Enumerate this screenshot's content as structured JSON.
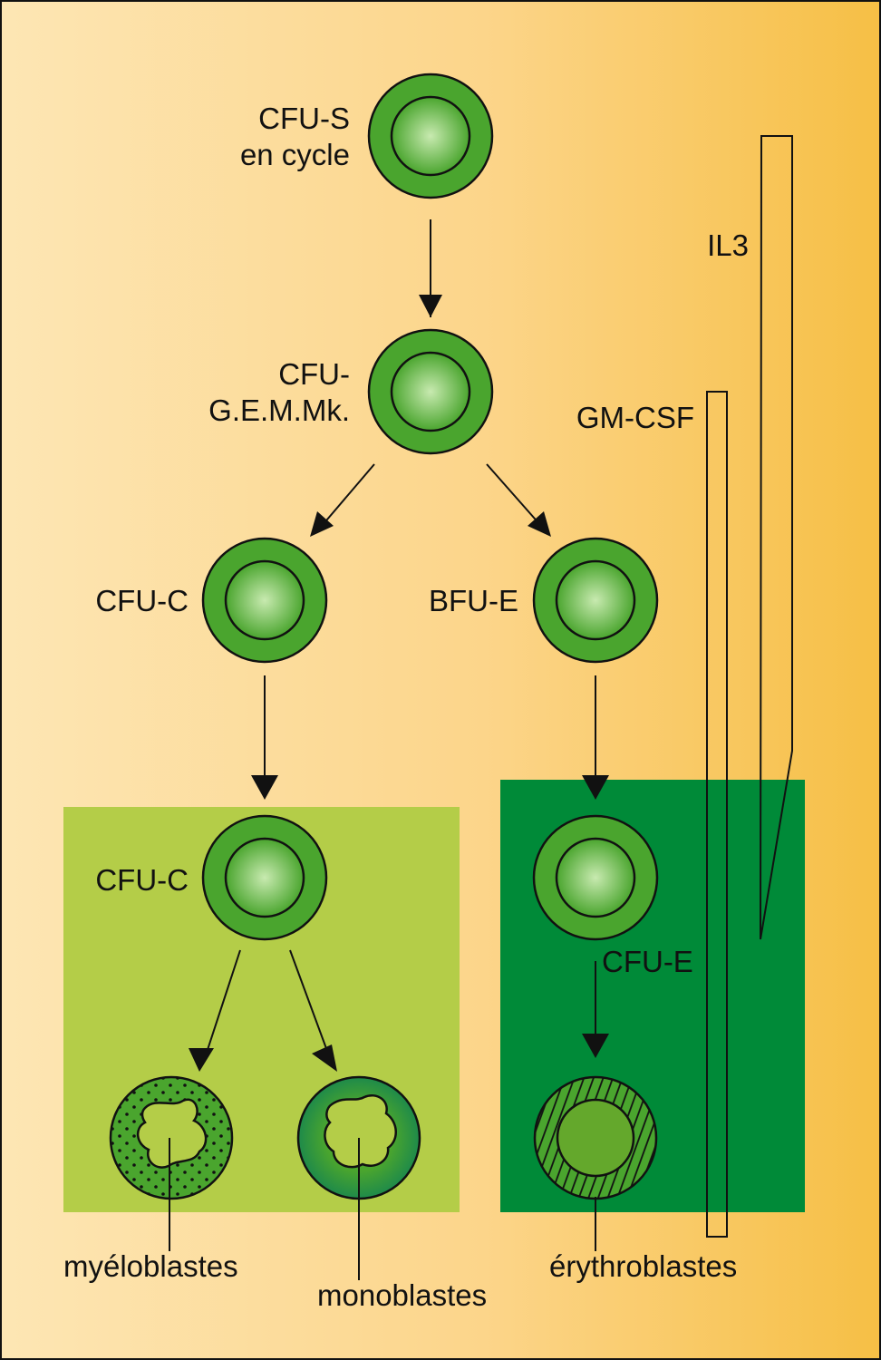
{
  "colors": {
    "background_left": "#fde6b4",
    "background_right": "#f6bf45",
    "cell_outer": "#4aa52e",
    "cell_inner_center": "#c8eab0",
    "light_green_box": "#b4cd48",
    "dark_green_box": "#008a38",
    "outline": "#111111"
  },
  "cells": {
    "cfu_s": "CFU-S",
    "cfu_s_line2": "en cycle",
    "cfu_gemmk": "CFU-",
    "cfu_gemmk_line2": "G.E.M.Mk.",
    "cfu_c": "CFU-C",
    "bfu_e": "BFU-E",
    "cfu_c_2": "CFU-C",
    "cfu_e": "CFU-E"
  },
  "outputs": {
    "myeloblastes": "myéloblastes",
    "monoblastes": "monoblastes",
    "erythroblastes": "érythroblastes"
  },
  "growth_factors": {
    "il3": "IL3",
    "gm_csf": "GM-CSF"
  }
}
